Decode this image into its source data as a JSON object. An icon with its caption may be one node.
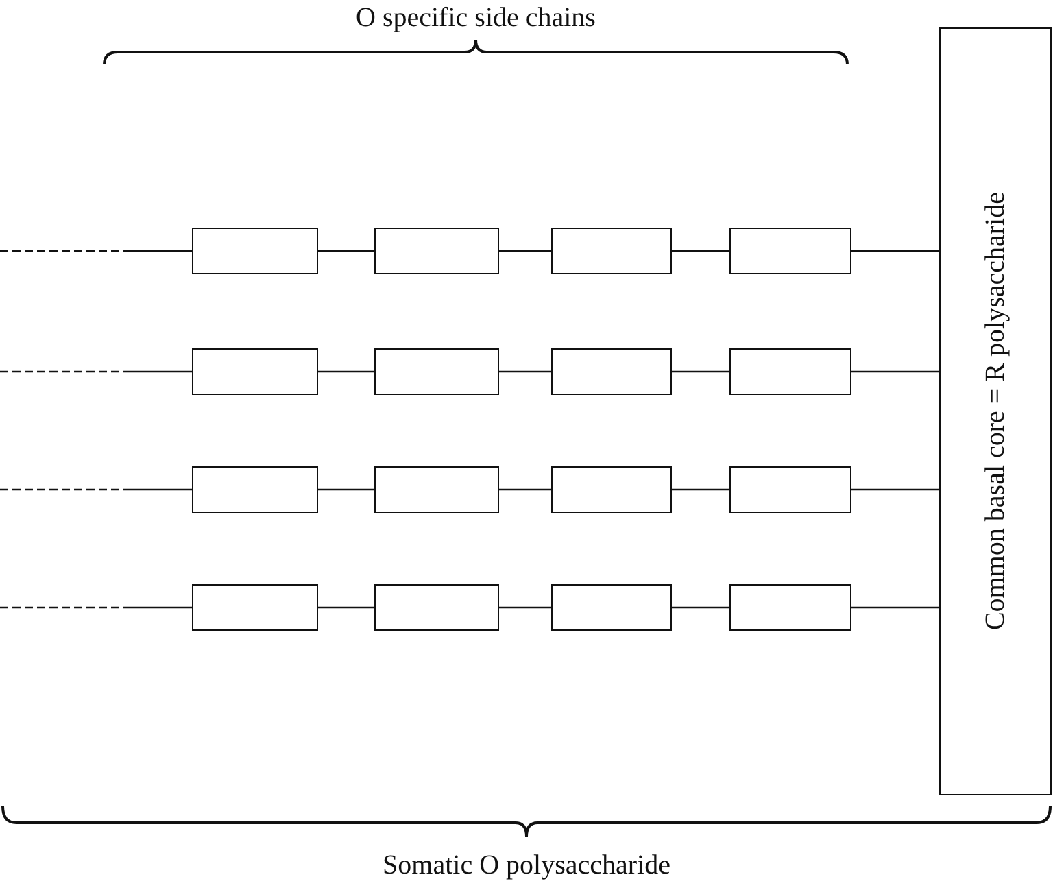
{
  "diagram": {
    "nodes": [
      {
        "text": [],
        "shape": "box"
      },
      {
        "text": [],
        "shape": "box"
      },
      {
        "text": [],
        "shape": "box"
      },
      {
        "text": [],
        "shape": "box"
      },
      {
        "text": [],
        "shape": "box"
      },
      {
        "text": [],
        "shape": "box"
      },
      {
        "text": [],
        "shape": "box"
      },
      {
        "text": [],
        "shape": "box"
      },
      {
        "text": [],
        "shape": "box"
      },
      {
        "text": [],
        "shape": "box"
      },
      {
        "text": [],
        "shape": "box"
      },
      {
        "text": [],
        "shape": "box"
      },
      {
        "text": [],
        "shape": "box"
      },
      {
        "text": [],
        "shape": "box"
      },
      {
        "text": [],
        "shape": "box"
      },
      {
        "text": [],
        "shape": "box"
      },
      {
        "text": [
          "Common basal core = R polysaccharide"
        ]
      }
    ],
    "edges": [
      {
        "from": null,
        "to": 0,
        "arrow": "none",
        "style": "dashed"
      },
      {
        "from": 0,
        "to": 1,
        "arrow": "none"
      },
      {
        "from": 1,
        "to": 2,
        "arrow": "none"
      },
      {
        "from": 2,
        "to": 3,
        "arrow": "none"
      },
      {
        "from": 3,
        "to": 16,
        "arrow": "none"
      },
      {
        "from": null,
        "to": 4,
        "arrow": "none",
        "style": "dashed"
      },
      {
        "from": 4,
        "to": 5,
        "arrow": "none"
      },
      {
        "from": 5,
        "to": 6,
        "arrow": "none"
      },
      {
        "from": 6,
        "to": 7,
        "arrow": "none"
      },
      {
        "from": 7,
        "to": 16,
        "arrow": "none"
      },
      {
        "from": null,
        "to": 8,
        "arrow": "none",
        "style": "dashed"
      },
      {
        "from": 8,
        "to": 9,
        "arrow": "none"
      },
      {
        "from": 9,
        "to": 10,
        "arrow": "none"
      },
      {
        "from": 10,
        "to": 11,
        "arrow": "none"
      },
      {
        "from": 11,
        "to": 16,
        "arrow": "none"
      },
      {
        "from": null,
        "to": 12,
        "arrow": "none",
        "style": "dashed"
      },
      {
        "from": 12,
        "to": 13,
        "arrow": "none"
      },
      {
        "from": 13,
        "to": 14,
        "arrow": "none"
      },
      {
        "from": 14,
        "to": 15,
        "arrow": "none"
      },
      {
        "from": 15,
        "to": 16,
        "arrow": "none"
      }
    ],
    "labels": [
      "O specific side chains",
      "Somatic O polysaccharide"
    ]
  }
}
